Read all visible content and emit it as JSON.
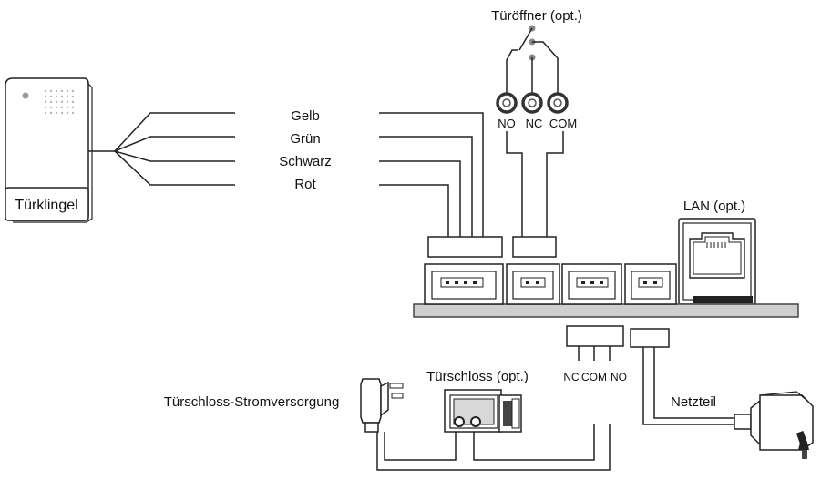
{
  "labels": {
    "door_bell": "Türklingel",
    "door_opener": "Türöffner (opt.)",
    "lan": "LAN (opt.)",
    "power_supply": "Netzteil",
    "door_lock": "Türschloss (opt.)",
    "door_lock_power": "Türschloss-Stromversorgung"
  },
  "wire_colors": [
    "Gelb",
    "Grün",
    "Schwarz",
    "Rot"
  ],
  "relay_top_terminals": [
    "NO",
    "NC",
    "COM"
  ],
  "relay_bottom_terminals": [
    "NC",
    "COM",
    "NO"
  ]
}
